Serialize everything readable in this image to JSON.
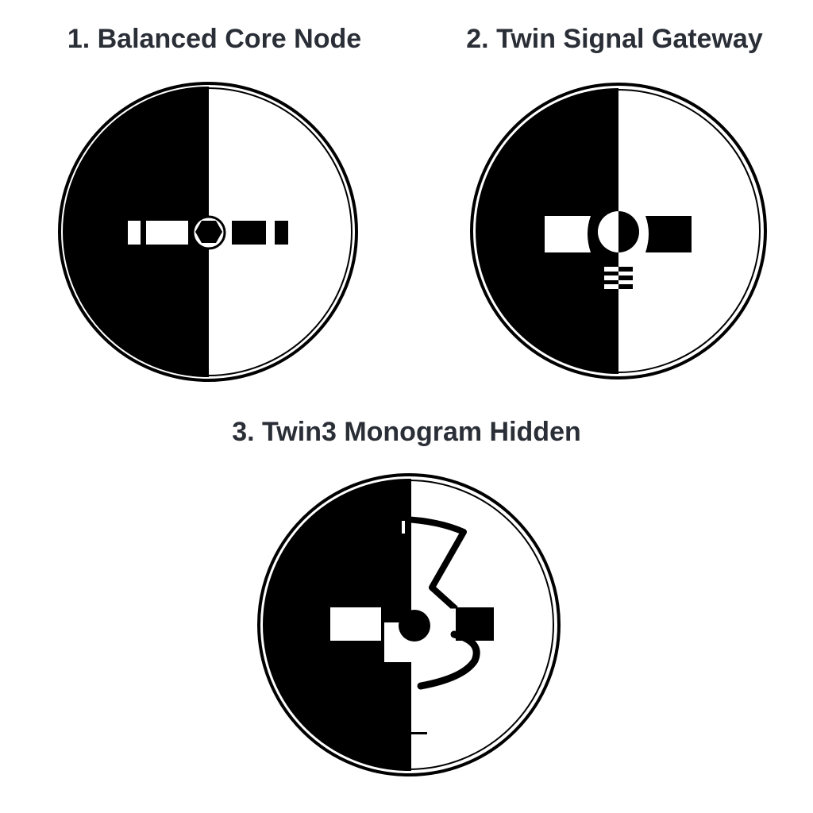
{
  "logos": [
    {
      "title": "1. Balanced Core Node",
      "icon": "balanced-core-node-logo"
    },
    {
      "title": "2. Twin Signal Gateway",
      "icon": "twin-signal-gateway-logo"
    },
    {
      "title": "3. Twin3 Monogram Hidden",
      "icon": "twin3-monogram-logo"
    }
  ],
  "colors": {
    "ink": "#000000",
    "paper": "#ffffff",
    "title": "#2a2e36"
  }
}
